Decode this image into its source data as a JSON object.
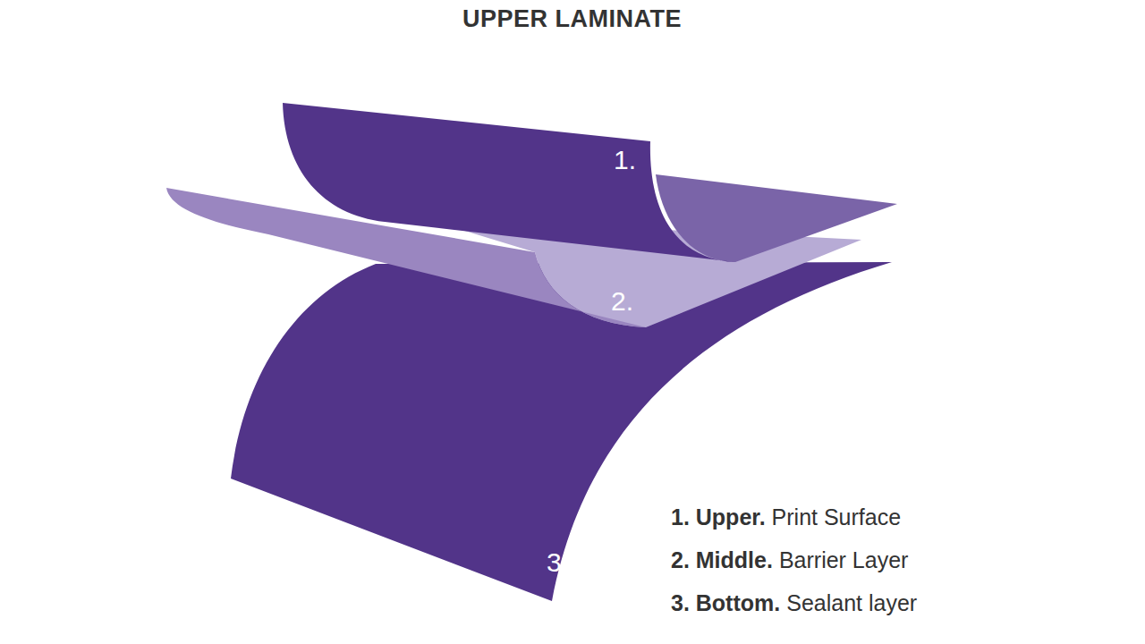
{
  "diagram": {
    "title": "UPPER LAMINATE",
    "labels": [
      "1.",
      "2.",
      "3.",
      "1. Upper.",
      "Print Surface",
      "2. Middle.",
      "Barrier Layer",
      "3. Bottom.",
      "Sealant layer"
    ]
  }
}
